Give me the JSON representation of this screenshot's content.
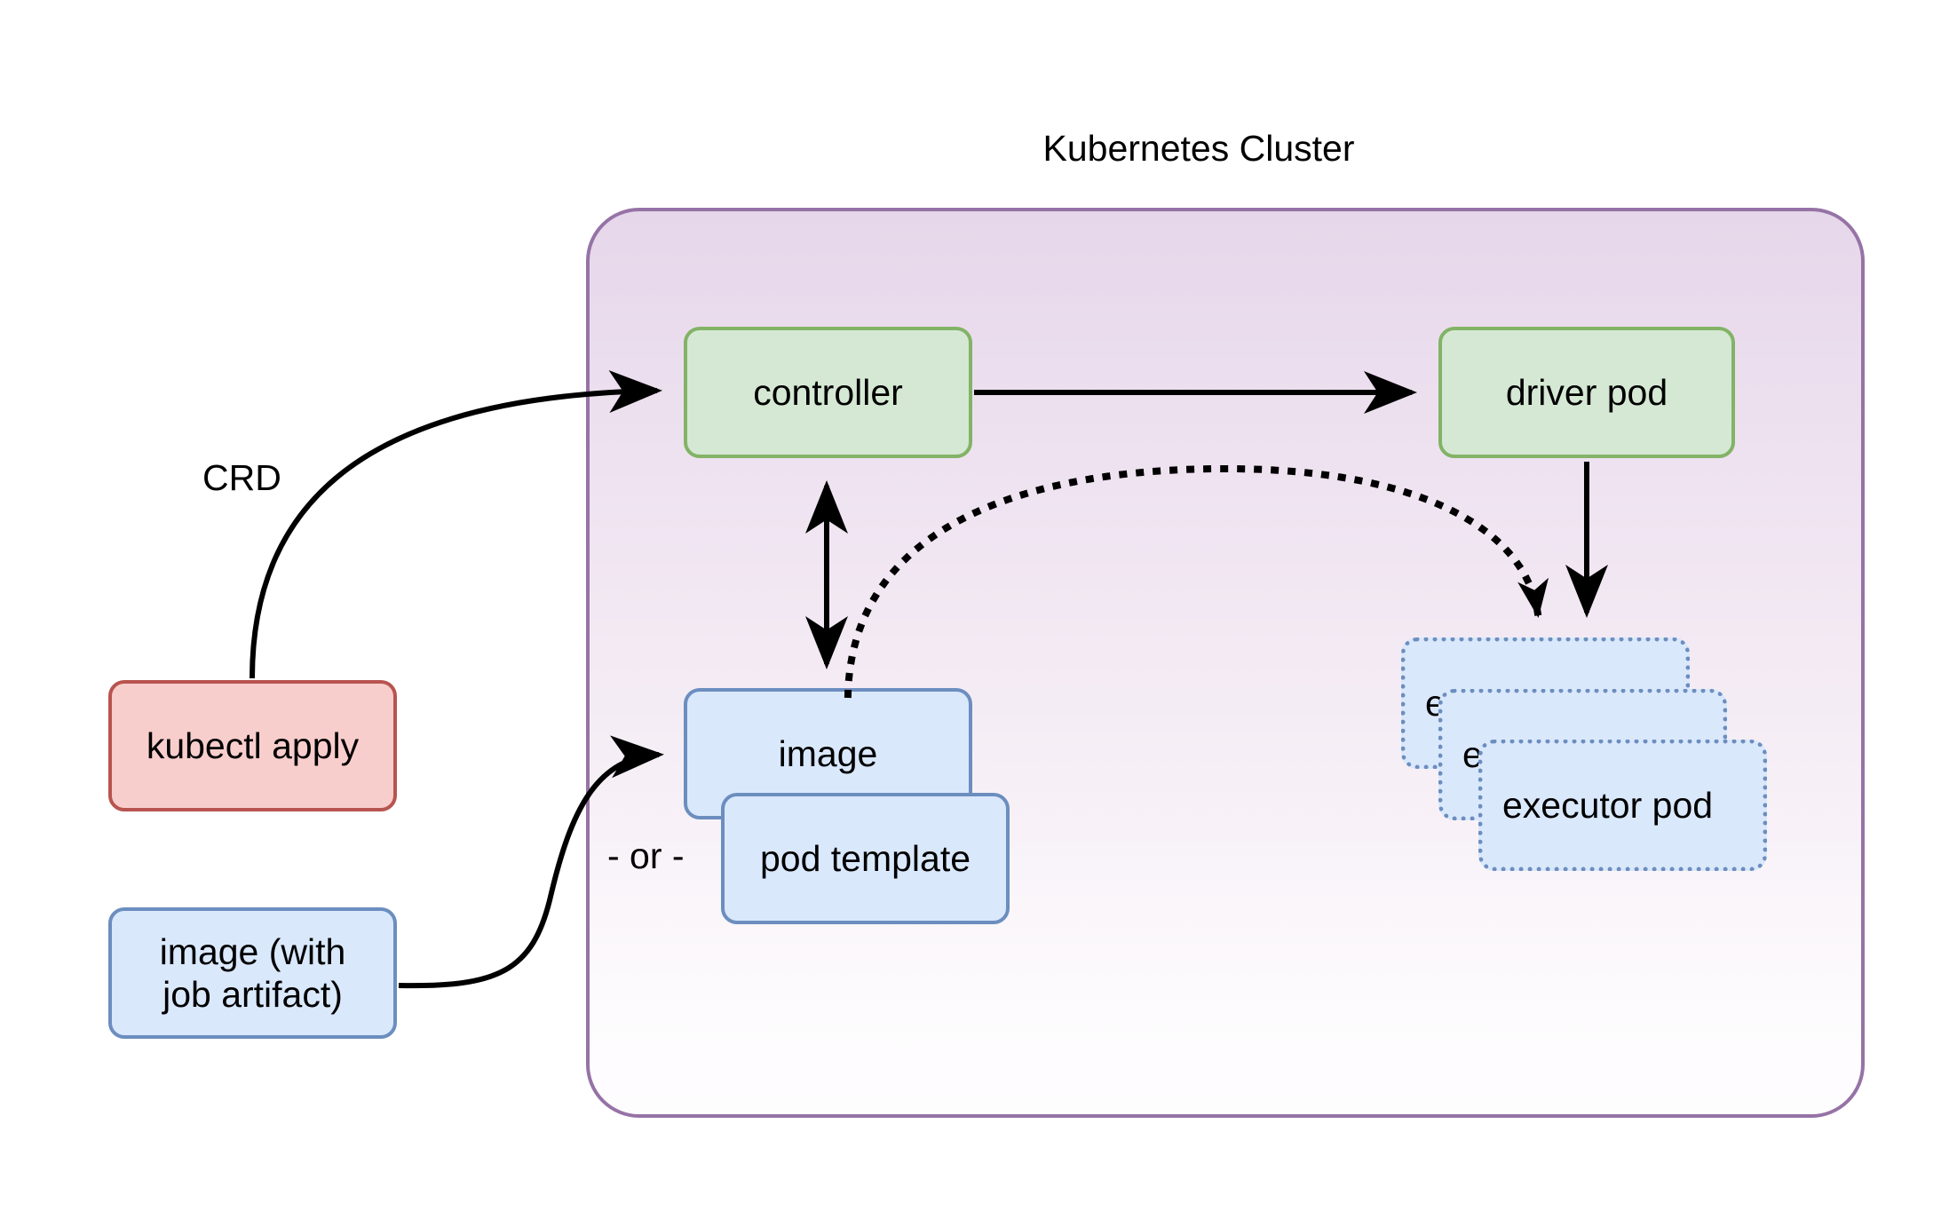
{
  "diagram": {
    "title": "Kubernetes Cluster",
    "cluster": {
      "label": "Kubernetes Cluster",
      "border_color": "#9673a6",
      "fill_top": "#e6d7ea",
      "fill_bottom": "#fdfbfd"
    },
    "nodes": [
      {
        "id": "kubectl-apply",
        "label": "kubectl apply",
        "shape": "rounded-rect",
        "fill": "#f8cecc",
        "stroke": "#b85450",
        "stroke_style": "solid",
        "inside_cluster": false
      },
      {
        "id": "image-with-job-artifact",
        "label_lines": [
          "image (with",
          "job artifact)"
        ],
        "shape": "rounded-rect",
        "fill": "#dae8fc",
        "stroke": "#6c8ebf",
        "stroke_style": "solid",
        "inside_cluster": false
      },
      {
        "id": "controller",
        "label": "controller",
        "shape": "rounded-rect",
        "fill": "#d5e8d4",
        "stroke": "#82b366",
        "stroke_style": "solid",
        "inside_cluster": true
      },
      {
        "id": "driver-pod",
        "label": "driver pod",
        "shape": "rounded-rect",
        "fill": "#d5e8d4",
        "stroke": "#82b366",
        "stroke_style": "solid",
        "inside_cluster": true
      },
      {
        "id": "image",
        "label": "image",
        "shape": "rounded-rect",
        "fill": "#dae8fc",
        "stroke": "#6c8ebf",
        "stroke_style": "solid",
        "inside_cluster": true
      },
      {
        "id": "pod-template",
        "label": "pod template",
        "shape": "rounded-rect",
        "fill": "#dae8fc",
        "stroke": "#6c8ebf",
        "stroke_style": "solid",
        "inside_cluster": true
      },
      {
        "id": "executor-pod-1",
        "label": "executor pod",
        "shape": "rounded-rect",
        "fill": "#dae8fc",
        "stroke": "#6c8ebf",
        "stroke_style": "dotted",
        "inside_cluster": true
      },
      {
        "id": "executor-pod-2",
        "label": "executor pod",
        "shape": "rounded-rect",
        "fill": "#dae8fc",
        "stroke": "#6c8ebf",
        "stroke_style": "dotted",
        "inside_cluster": true
      },
      {
        "id": "executor-pod-3",
        "label": "executor pod",
        "shape": "rounded-rect",
        "fill": "#dae8fc",
        "stroke": "#6c8ebf",
        "stroke_style": "dotted",
        "inside_cluster": true
      }
    ],
    "edge_labels": {
      "crd": "CRD",
      "or": "- or -"
    },
    "edges": [
      {
        "from": "kubectl-apply",
        "to": "controller",
        "style": "solid-curve",
        "arrow": "single",
        "label": "CRD"
      },
      {
        "from": "image-with-job-artifact",
        "to": "image",
        "style": "solid-curve",
        "arrow": "single",
        "label": "- or -"
      },
      {
        "from": "controller",
        "to": "driver-pod",
        "style": "solid-straight",
        "arrow": "single",
        "label": ""
      },
      {
        "from": "controller",
        "to": "image",
        "style": "solid-straight",
        "arrow": "double",
        "label": ""
      },
      {
        "from": "driver-pod",
        "to": "executor-pod-3",
        "style": "solid-straight",
        "arrow": "single",
        "label": ""
      },
      {
        "from": "image",
        "to": "executor-pod-3",
        "style": "dotted-arc",
        "arrow": "single",
        "label": ""
      }
    ]
  }
}
